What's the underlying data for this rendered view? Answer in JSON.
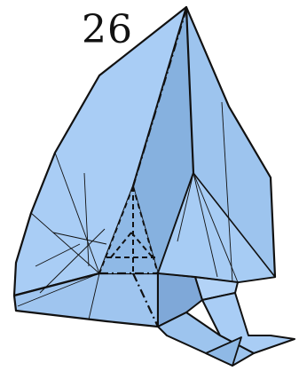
{
  "step": {
    "number": "26"
  },
  "colors": {
    "paper_light": "#a9cdf5",
    "paper_mid": "#94bde9",
    "paper_dark": "#7fa8d8",
    "outline": "#111111"
  },
  "diagram": {
    "subject": "origami-fold-diagram",
    "line_styles": [
      "solid-crease",
      "mountain-fold-dash-dot",
      "valley-fold-dash"
    ]
  }
}
